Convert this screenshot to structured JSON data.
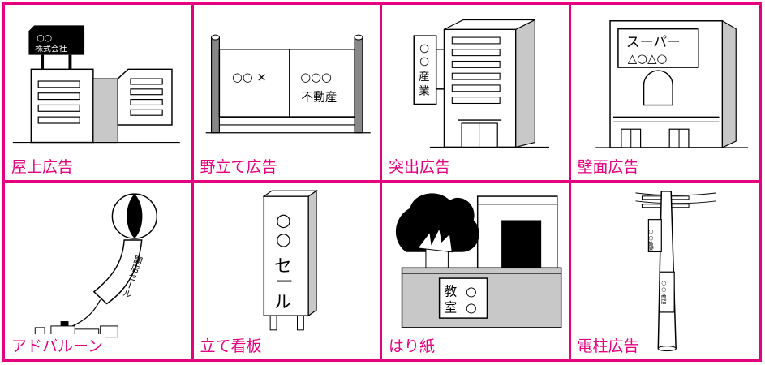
{
  "colors": {
    "border": "#e4007f",
    "caption": "#e4007f",
    "shade": "#c8c8c8",
    "ink": "#000000"
  },
  "cells": [
    {
      "caption": "屋上広告",
      "signs": {
        "line1": "○○",
        "line2": "株式会社"
      }
    },
    {
      "caption": "野立て広告",
      "signs": {
        "left": "○○ ×",
        "right_top": "○○○",
        "right_bottom": "不動産"
      }
    },
    {
      "caption": "突出広告",
      "signs": {
        "line1": "○",
        "line2": "○",
        "line3": "産",
        "line4": "業"
      }
    },
    {
      "caption": "壁面広告",
      "signs": {
        "line1": "スーパー",
        "line2": "△○△○"
      }
    },
    {
      "caption": "アドバルーン",
      "signs": {
        "banner": "開店セール"
      }
    },
    {
      "caption": "立て看板",
      "signs": {
        "top": "○\n○",
        "bottom": "セール"
      }
    },
    {
      "caption": "はり紙",
      "signs": {
        "left1": "教",
        "left2": "室",
        "right1": "○",
        "right2": "○"
      }
    },
    {
      "caption": "電柱広告",
      "signs": {
        "upper": "○○教室",
        "lower": "○○商店"
      }
    }
  ]
}
